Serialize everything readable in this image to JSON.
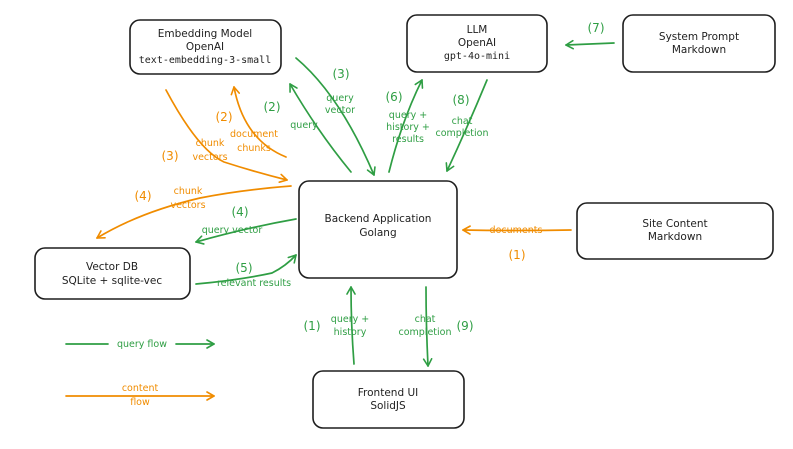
{
  "nodes": {
    "embedding_model": [
      "Embedding Model",
      "OpenAI",
      "text-embedding-3-small"
    ],
    "llm": [
      "LLM",
      "OpenAI",
      "gpt-4o-mini"
    ],
    "system_prompt": [
      "System Prompt",
      "Markdown"
    ],
    "backend": [
      "Backend Application",
      "Golang"
    ],
    "site_content": [
      "Site Content",
      "Markdown"
    ],
    "vector_db": [
      "Vector DB",
      "SQLite + sqlite-vec"
    ],
    "frontend": [
      "Frontend UI",
      "SolidJS"
    ]
  },
  "edges": {
    "query_to_embedding": {
      "step": "(2)",
      "label": [
        "query"
      ]
    },
    "query_vector_from_embedding": {
      "step": "(3)",
      "label": [
        "query",
        "vector"
      ]
    },
    "document_chunks": {
      "step": "(2)",
      "label": [
        "document",
        "chunks"
      ]
    },
    "chunk_vectors_from_embedding": {
      "step": "(3)",
      "label": [
        "chunk",
        "vectors"
      ]
    },
    "chunk_vectors_to_db": {
      "step": "(4)",
      "label": [
        "chunk",
        "vectors"
      ]
    },
    "query_to_llm": {
      "step": "(6)",
      "label": [
        "query +",
        "history +",
        "results"
      ]
    },
    "chat_completion_from_llm": {
      "step": "(8)",
      "label": [
        "chat",
        "completion"
      ]
    },
    "system_prompt_to_llm": {
      "step": "(7)",
      "label": []
    },
    "query_vector_to_db": {
      "step": "(4)",
      "label": [
        "query vector"
      ]
    },
    "relevant_results": {
      "step": "(5)",
      "label": [
        "relevant results"
      ]
    },
    "documents": {
      "step": "(1)",
      "label": [
        "documents"
      ]
    },
    "query_from_frontend": {
      "step": "(1)",
      "label": [
        "query +",
        "history"
      ]
    },
    "chat_completion_to_frontend": {
      "step": "(9)",
      "label": [
        "chat",
        "completion"
      ]
    }
  },
  "legend": {
    "query_flow": [
      "query flow"
    ],
    "content_flow": [
      "content",
      "flow"
    ]
  },
  "colors": {
    "query_flow": "#2f9e44",
    "content_flow": "#f08c00",
    "stroke": "#1e1e1e"
  }
}
